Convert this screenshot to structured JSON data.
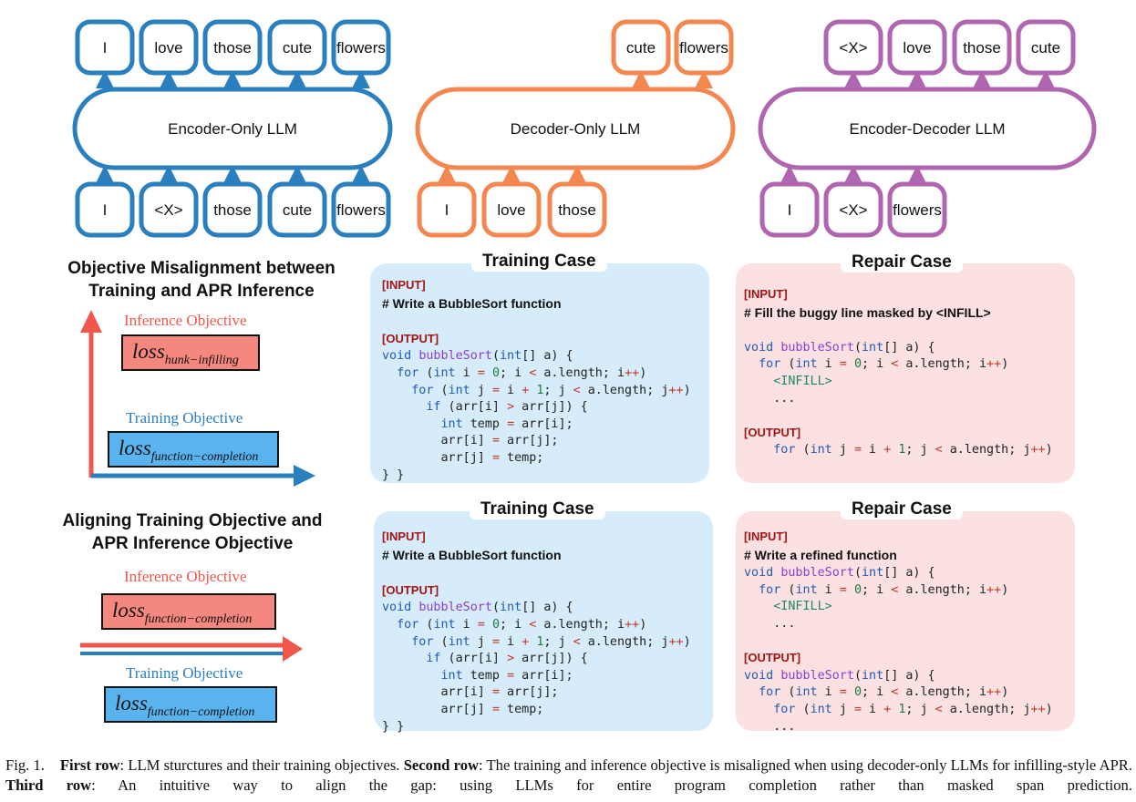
{
  "architectures": [
    {
      "name": "Encoder-Only LLM",
      "color": "#2a7fbf",
      "outputs": [
        "I",
        "love",
        "those",
        "cute",
        "flowers"
      ],
      "inputs": [
        "I",
        "<X>",
        "those",
        "cute",
        "flowers"
      ]
    },
    {
      "name": "Decoder-Only LLM",
      "color": "#f4874f",
      "outputs": [
        "cute",
        "flowers"
      ],
      "inputs": [
        "I",
        "love",
        "those"
      ]
    },
    {
      "name": "Encoder-Decoder LLM",
      "color": "#b065b0",
      "outputs": [
        "<X>",
        "love",
        "those",
        "cute"
      ],
      "inputs": [
        "I",
        "<X>",
        "flowers"
      ]
    }
  ],
  "misalignment": {
    "heading_line1": "Objective Misalignment between",
    "heading_line2": "Training and APR Inference",
    "inference_label": "Inference Objective",
    "inference_loss_base": "loss",
    "inference_loss_sub": "hunk−infilling",
    "training_label": "Training Objective",
    "training_loss_base": "loss",
    "training_loss_sub": "function−completion"
  },
  "alignment": {
    "heading_line1": "Aligning Training Objective and",
    "heading_line2": "APR Inference Objective",
    "inference_label": "Inference Objective",
    "inference_loss_base": "loss",
    "inference_loss_sub": "function−completion",
    "training_label": "Training Objective",
    "training_loss_base": "loss",
    "training_loss_sub": "function−completion"
  },
  "panels": {
    "training_title": "Training Case",
    "repair_title": "Repair Case",
    "input_tag": "[INPUT]",
    "output_tag": "[OUTPUT]",
    "training_prompt": "# Write a BubbleSort function",
    "repair1_prompt": "# Fill the buggy line masked by <INFILL>",
    "repair2_prompt": "# Write a refined function"
  },
  "colors": {
    "training_panel_bg": "#d7ecfa",
    "repair_panel_bg": "#fbe1e1",
    "inference_red": "#f0564a",
    "training_blue": "#2a7fbf",
    "inference_box": "#f4877e",
    "training_box": "#58b3ef"
  },
  "caption": {
    "fig": "Fig. 1.",
    "first_row_label": "First row",
    "first_row_text": ": LLM sturctures and their training objectives.",
    "second_row_label": "Second row",
    "second_row_text": ": The training and inference objective is misaligned when using decoder-only LLMs for infilling-style APR.",
    "third_row_label": "Third row",
    "third_row_text": ": An intuitive way to align the gap: using LLMs for entire program completion rather than masked span prediction."
  }
}
